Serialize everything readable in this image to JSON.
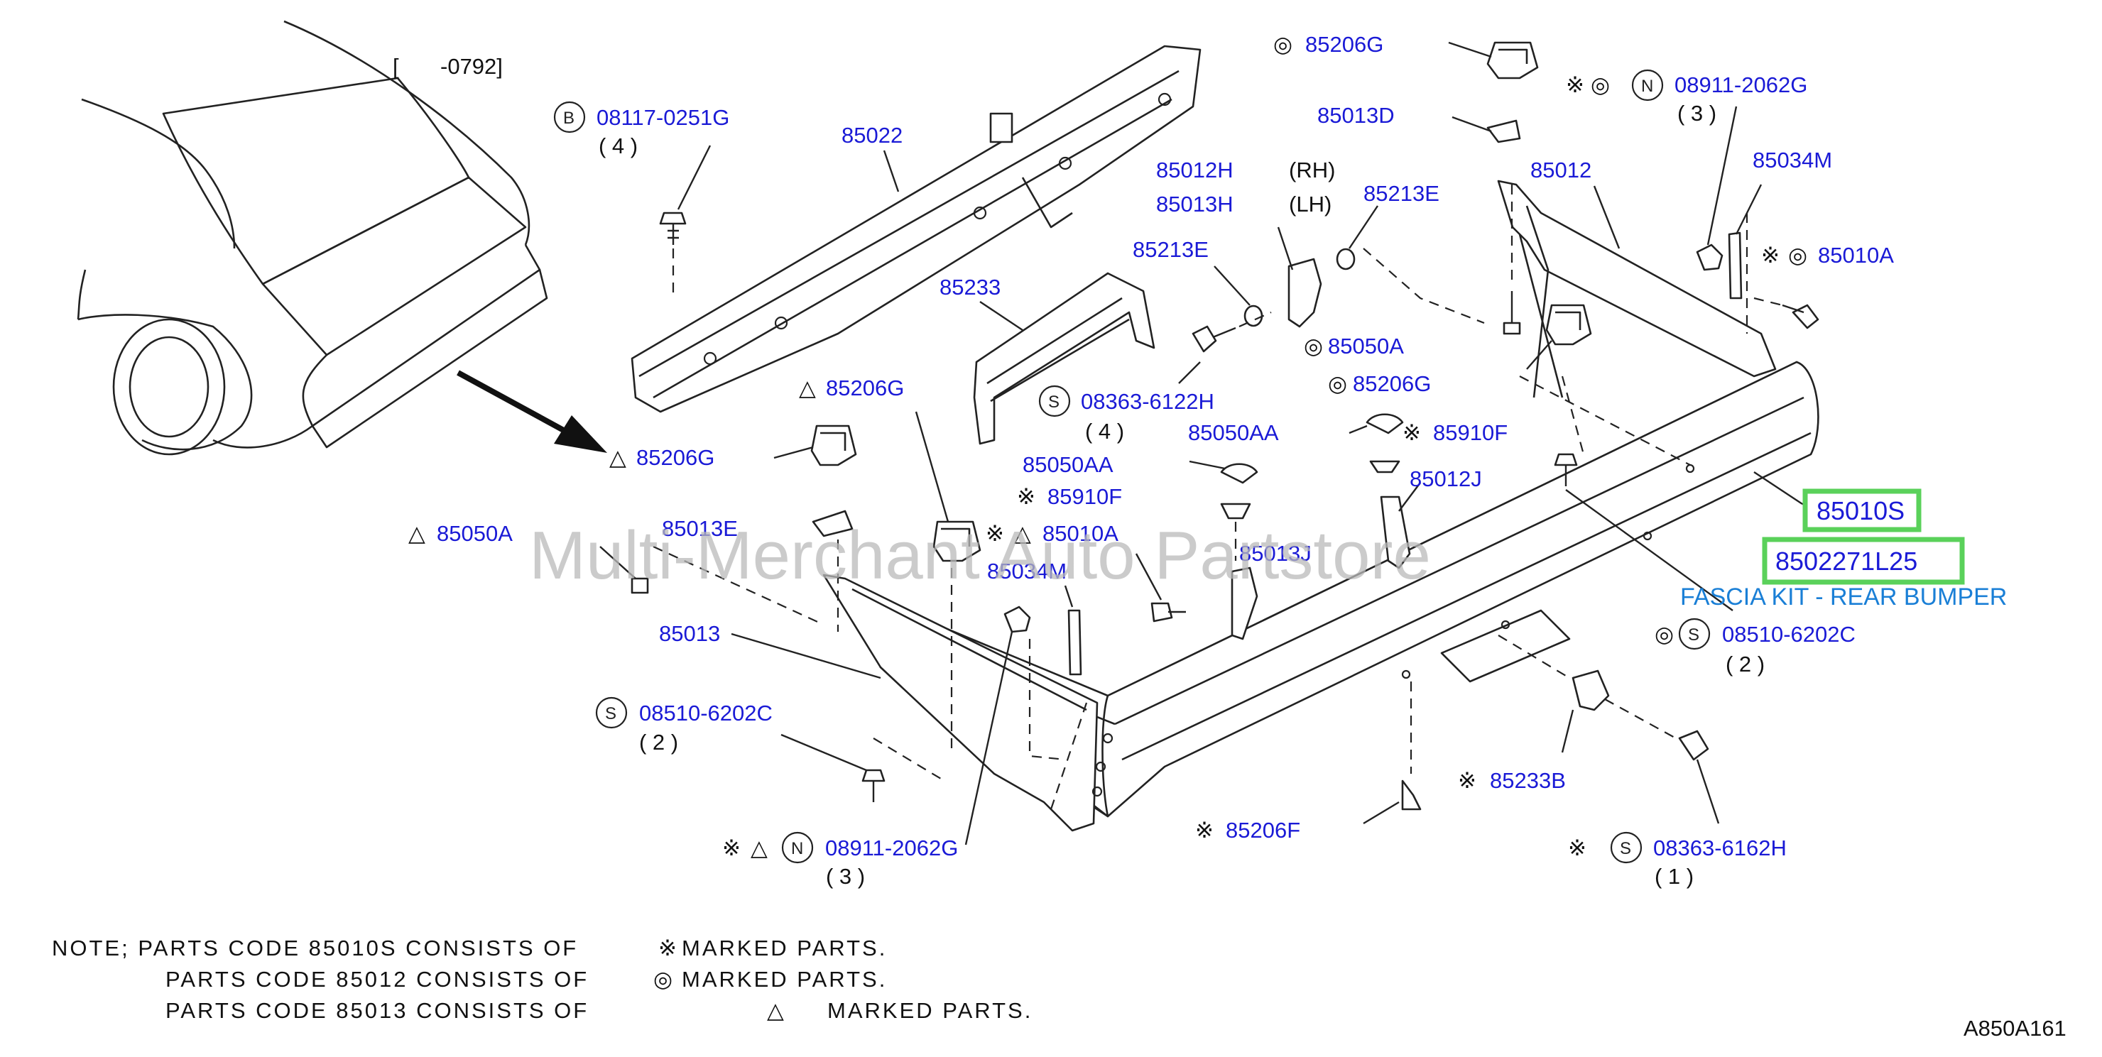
{
  "header": {
    "range_bracket": "[",
    "range_code": "-0792]",
    "figure_code": "A850A161"
  },
  "labels": {
    "p08117_0251G": "08117-0251G",
    "p08117_qty": "( 4 )",
    "p85022": "85022",
    "p85206G_top": "85206G",
    "p85013D": "85013D",
    "p08911_2062G_right": "08911-2062G",
    "p08911_qty_right": "( 3 )",
    "p85012H": "85012H",
    "p85013H": "85013H",
    "rh": "(RH)",
    "lh": "(LH)",
    "p85213E_a": "85213E",
    "p85012": "85012",
    "p85034M_right": "85034M",
    "p85010A_right": "85010A",
    "p85213E_b": "85213E",
    "p85233": "85233",
    "p85050A_mid": "85050A",
    "p85206G_mid": "85206G",
    "p08363_6122H": "08363-6122H",
    "p08363_6122H_qty": "( 4 )",
    "p85206G_left": "85206G",
    "p85050AA_a": "85050AA",
    "p85910F_a": "85910F",
    "p85050AA_b": "85050AA",
    "p85910F_b": "85910F",
    "p85012J": "85012J",
    "p85206G_arrow": "85206G",
    "p85050A_left": "85050A",
    "p85013E": "85013E",
    "p85010A_mid": "85010A",
    "p85013J": "85013J",
    "p85034M_mid": "85034M",
    "p85013": "85013",
    "p08510_6202C_left": "08510-6202C",
    "p08510_left_qty": "( 2 )",
    "p08510_6202C_right": "08510-6202C",
    "p08510_right_qty": "( 2 )",
    "p85233B": "85233B",
    "p85206F": "85206F",
    "p08911_2062G_left": "08911-2062G",
    "p08911_qty_left": "( 3 )",
    "p08363_6162H": "08363-6162H",
    "p08363_6162H_qty": "( 1 )"
  },
  "highlight": {
    "kit_code": "85010S",
    "part_number": "8502271L25",
    "kit_name": "FASCIA KIT - REAR BUMPER",
    "box_color": "#5ad15a"
  },
  "symbols": {
    "bolt_B": "B",
    "screw_S": "S",
    "nut_N": "N",
    "kome": "※",
    "double_circle": "◎",
    "triangle": "△"
  },
  "notes": {
    "line1_a": "NOTE; PARTS CODE 85010S CONSISTS OF",
    "line1_b": "MARKED PARTS.",
    "line2_a": "PARTS CODE 85012 CONSISTS OF",
    "line2_b": "MARKED PARTS.",
    "line3_a": "PARTS CODE 85013 CONSISTS OF",
    "line3_b": "MARKED PARTS."
  },
  "watermark": "Multi-Merchant Auto Partstore",
  "colors": {
    "label_blue": "#1a1ad6",
    "kit_blue": "#1a7fd6",
    "highlight_green": "#5ad15a",
    "watermark_gray": "#b9b9b9"
  }
}
